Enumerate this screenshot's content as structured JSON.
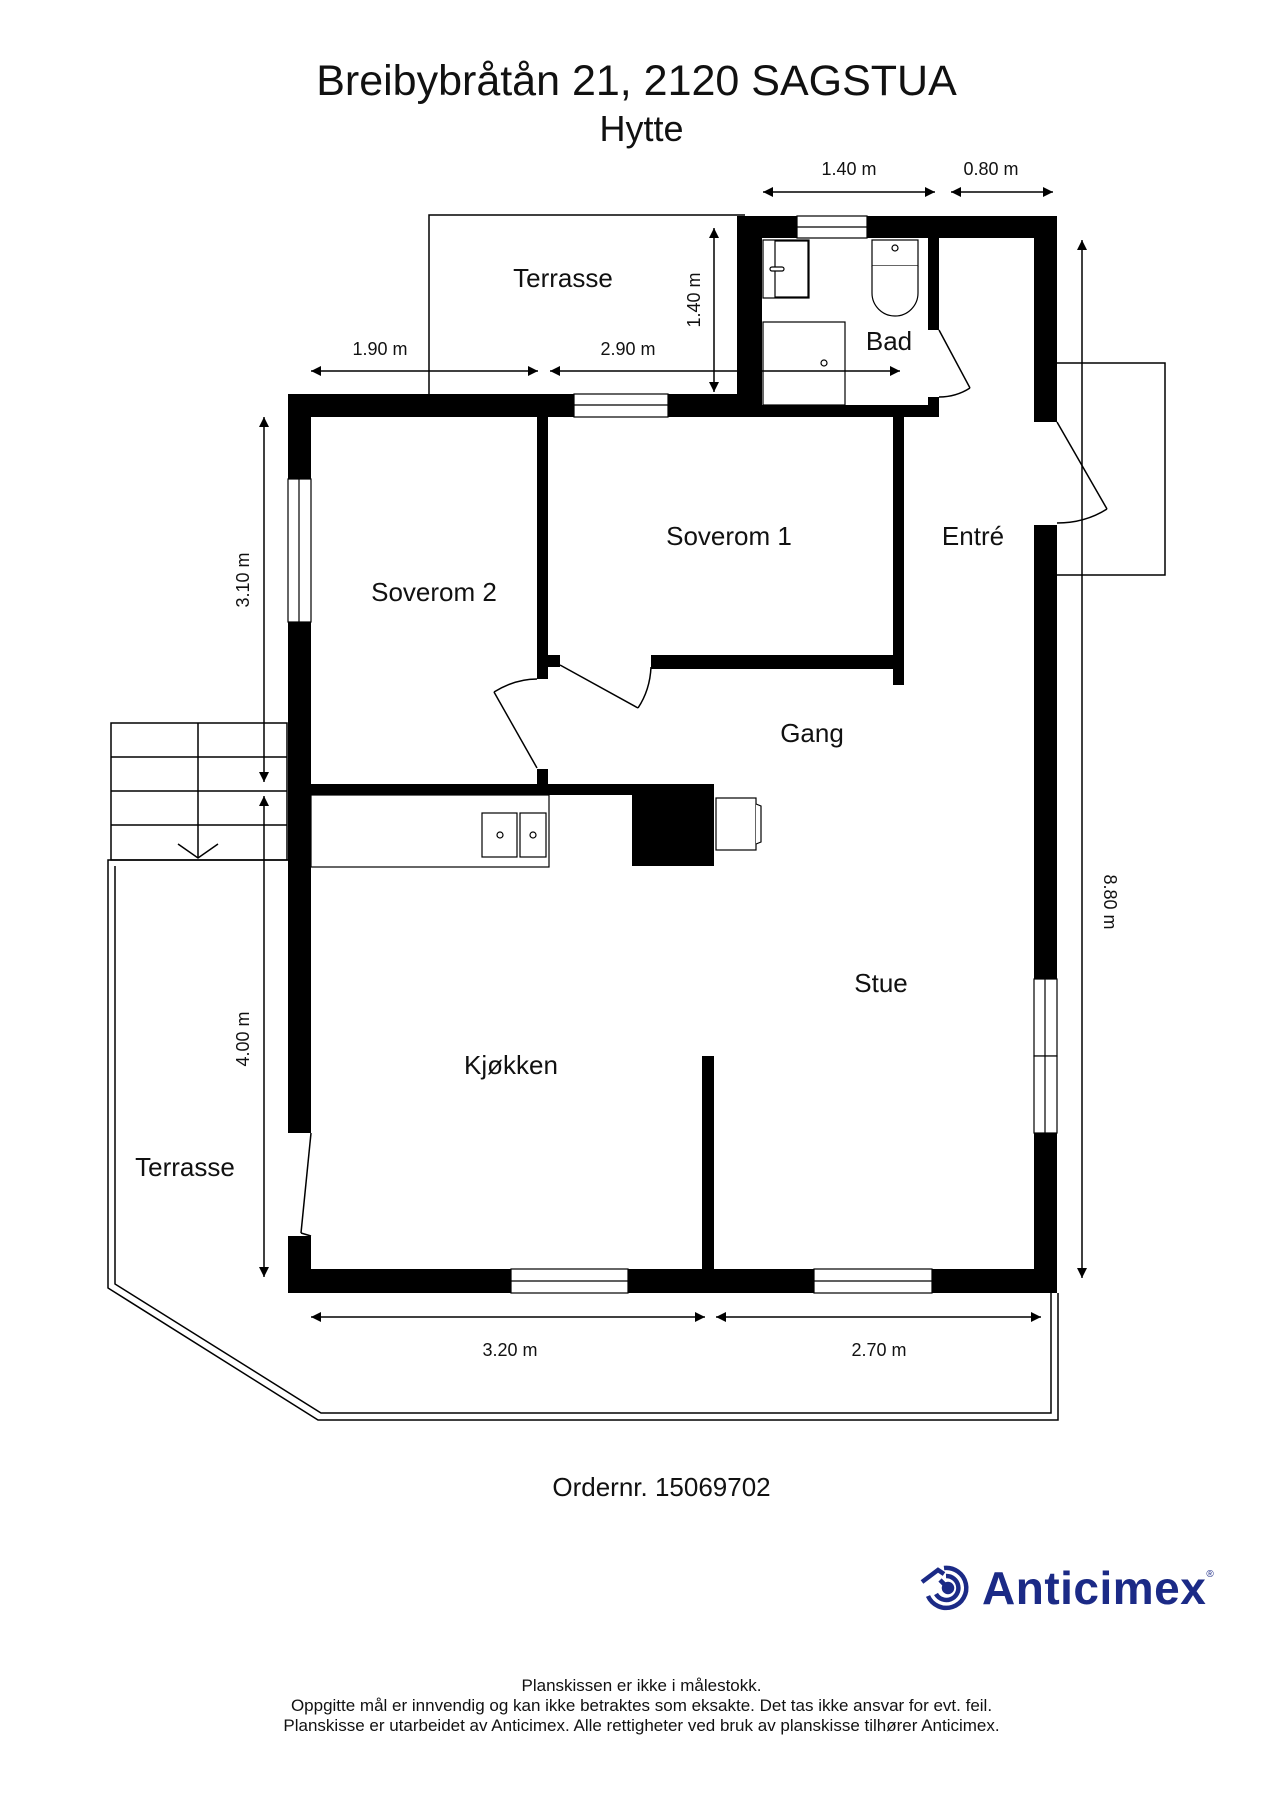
{
  "header": {
    "title": "Breibybråtån 21, 2120 SAGSTUA",
    "subtitle": "Hytte"
  },
  "rooms": {
    "terrasse_top": "Terrasse",
    "bad": "Bad",
    "soverom1": "Soverom 1",
    "soverom2": "Soverom 2",
    "entre": "Entré",
    "gang": "Gang",
    "stue": "Stue",
    "kjokken": "Kjøkken",
    "terrasse_left": "Terrasse"
  },
  "dimensions": {
    "top_bad": "1.40 m",
    "top_entre": "0.80 m",
    "terrace_left": "1.90 m",
    "terrace_right": "2.90 m",
    "terrace_depth": "1.40 m",
    "left_upper": "3.10 m",
    "left_lower": "4.00 m",
    "right_total": "8.80 m",
    "bottom_left": "3.20 m",
    "bottom_right": "2.70 m"
  },
  "order": "Ordernr. 15069702",
  "logo": {
    "name": "Anticimex",
    "reg": "®",
    "color": "#1b2a86"
  },
  "footer": [
    "Planskissen er ikke i målestokk.",
    "Oppgitte mål er innvendig og kan ikke betraktes som eksakte. Det tas ikke ansvar for evt. feil.",
    "Planskisse er utarbeidet av Anticimex. Alle rettigheter ved bruk av planskisse tilhører Anticimex."
  ]
}
